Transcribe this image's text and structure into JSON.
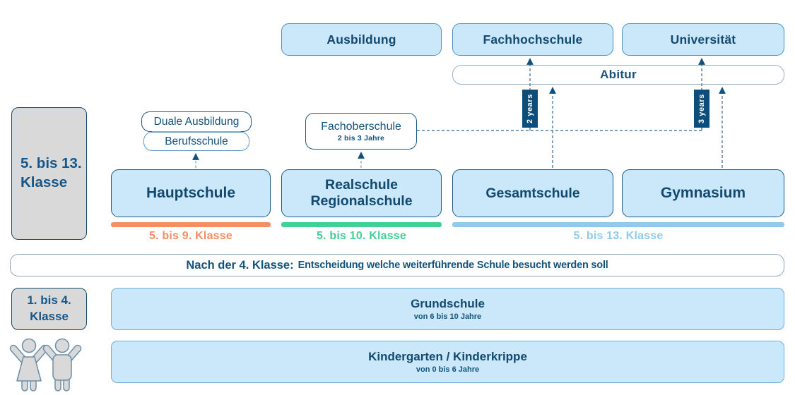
{
  "palette": {
    "light_blue_fill": "#cbe8fa",
    "navy_text": "#14537c",
    "dark_navy_label": "#0c4d79",
    "orange": "#f68d63",
    "green": "#41d096",
    "sky_blue": "#8ec9ef",
    "gray_fill": "#d9d9d9",
    "white": "#ffffff"
  },
  "tertiary": {
    "ausbildung": "Ausbildung",
    "fachhochschule": "Fachhochschule",
    "universitaet": "Universität"
  },
  "abitur": {
    "label": "Abitur"
  },
  "durations": {
    "fachhochschule_path": "2 years",
    "universitaet_path": "3 years"
  },
  "vocational": {
    "duale_ausbildung": "Duale Ausbildung",
    "berufsschule": "Berufsschule"
  },
  "fachoberschule": {
    "title": "Fachoberschule",
    "duration": "2 bis 3 Jahre"
  },
  "schools": {
    "hauptschule": "Hauptschule",
    "realschule_line1": "Realschule",
    "realschule_line2": "Regionalschule",
    "gesamtschule": "Gesamtschule",
    "gymnasium": "Gymnasium"
  },
  "grade_bars": {
    "hauptschule": "5. bis 9. Klasse",
    "realschule": "5. bis 10. Klasse",
    "gymnasium_gesamtschule": "5. bis 13. Klasse"
  },
  "side_labels": {
    "secondary_line1": "5. bis 13.",
    "secondary_line2": "Klasse",
    "primary_line1": "1. bis 4.",
    "primary_line2": "Klasse"
  },
  "decision_banner": {
    "lead": "Nach der 4. Klasse:",
    "text": "Entscheidung welche weiterführende Schule besucht werden soll"
  },
  "primary_school": {
    "title": "Grundschule",
    "subtitle": "von 6 bis 10 Jahre"
  },
  "kindergarten": {
    "title": "Kindergarten / Kinderkrippe",
    "subtitle": "von 0 bis 6 Jahre"
  }
}
